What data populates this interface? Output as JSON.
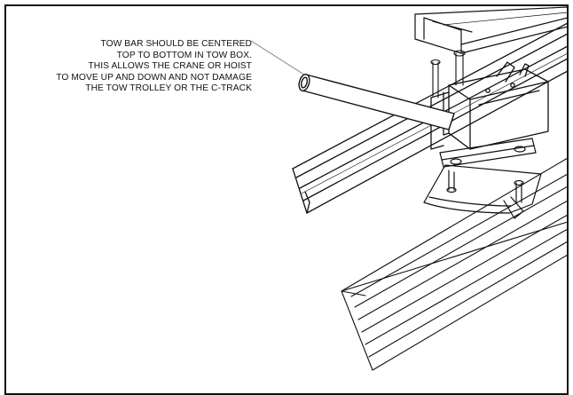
{
  "note": {
    "lines": [
      "TOW BAR SHOULD BE CENTERED",
      "TOP TO BOTTOM IN TOW BOX.",
      "THIS ALLOWS THE CRANE OR HOIST",
      "TO MOVE UP AND DOWN AND NOT DAMAGE",
      "THE TOW TROLLEY OR THE C-TRACK"
    ]
  },
  "colors": {
    "ink": "#111111",
    "paper": "#ffffff",
    "hatch": "#555555"
  }
}
